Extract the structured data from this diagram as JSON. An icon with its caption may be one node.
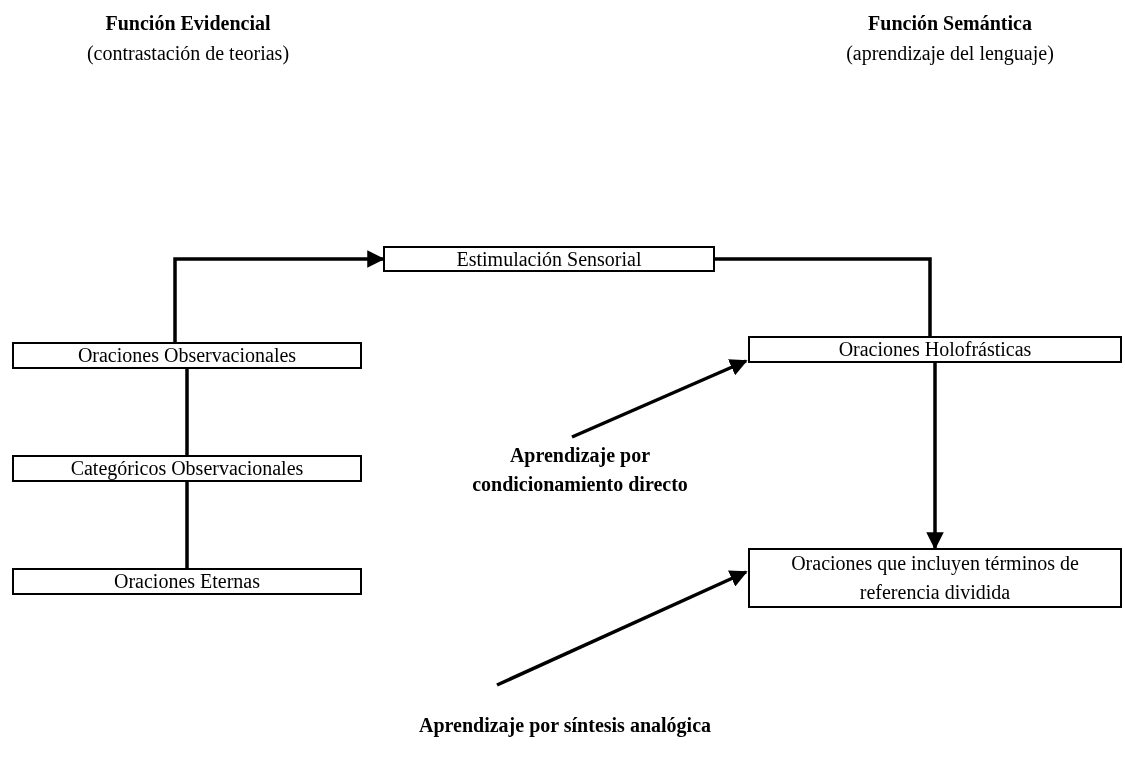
{
  "diagram": {
    "nodes": [
      {
        "text": [
          "Estimulación Sensorial"
        ]
      },
      {
        "text": [
          "Oraciones Observacionales"
        ]
      },
      {
        "text": [
          "Categóricos Observacionales"
        ]
      },
      {
        "text": [
          "Oraciones Eternas"
        ]
      },
      {
        "text": [
          "Oraciones Holofrásticas"
        ]
      },
      {
        "text": [
          "Oraciones que incluyen términos de referencia dividida"
        ]
      },
      {
        "text": [
          "Aprendizaje por condicionamiento directo"
        ]
      },
      {
        "text": [
          "Aprendizaje por síntesis analógica"
        ]
      }
    ],
    "edges": [
      {
        "from": 1,
        "to": 0,
        "arrow": "to"
      },
      {
        "from": 0,
        "to": 4,
        "arrow": "none"
      },
      {
        "from": 4,
        "to": 5,
        "arrow": "to"
      },
      {
        "from": 1,
        "to": 2,
        "arrow": "none"
      },
      {
        "from": 2,
        "to": 3,
        "arrow": "none"
      },
      {
        "from": 6,
        "to": 4,
        "arrow": "to"
      },
      {
        "from": 7,
        "to": 5,
        "arrow": "to"
      }
    ],
    "labels": [
      "Función Evidencial",
      "(contrastación de teorias)",
      "Función Semántica",
      "(aprendizaje del lenguaje)"
    ]
  }
}
